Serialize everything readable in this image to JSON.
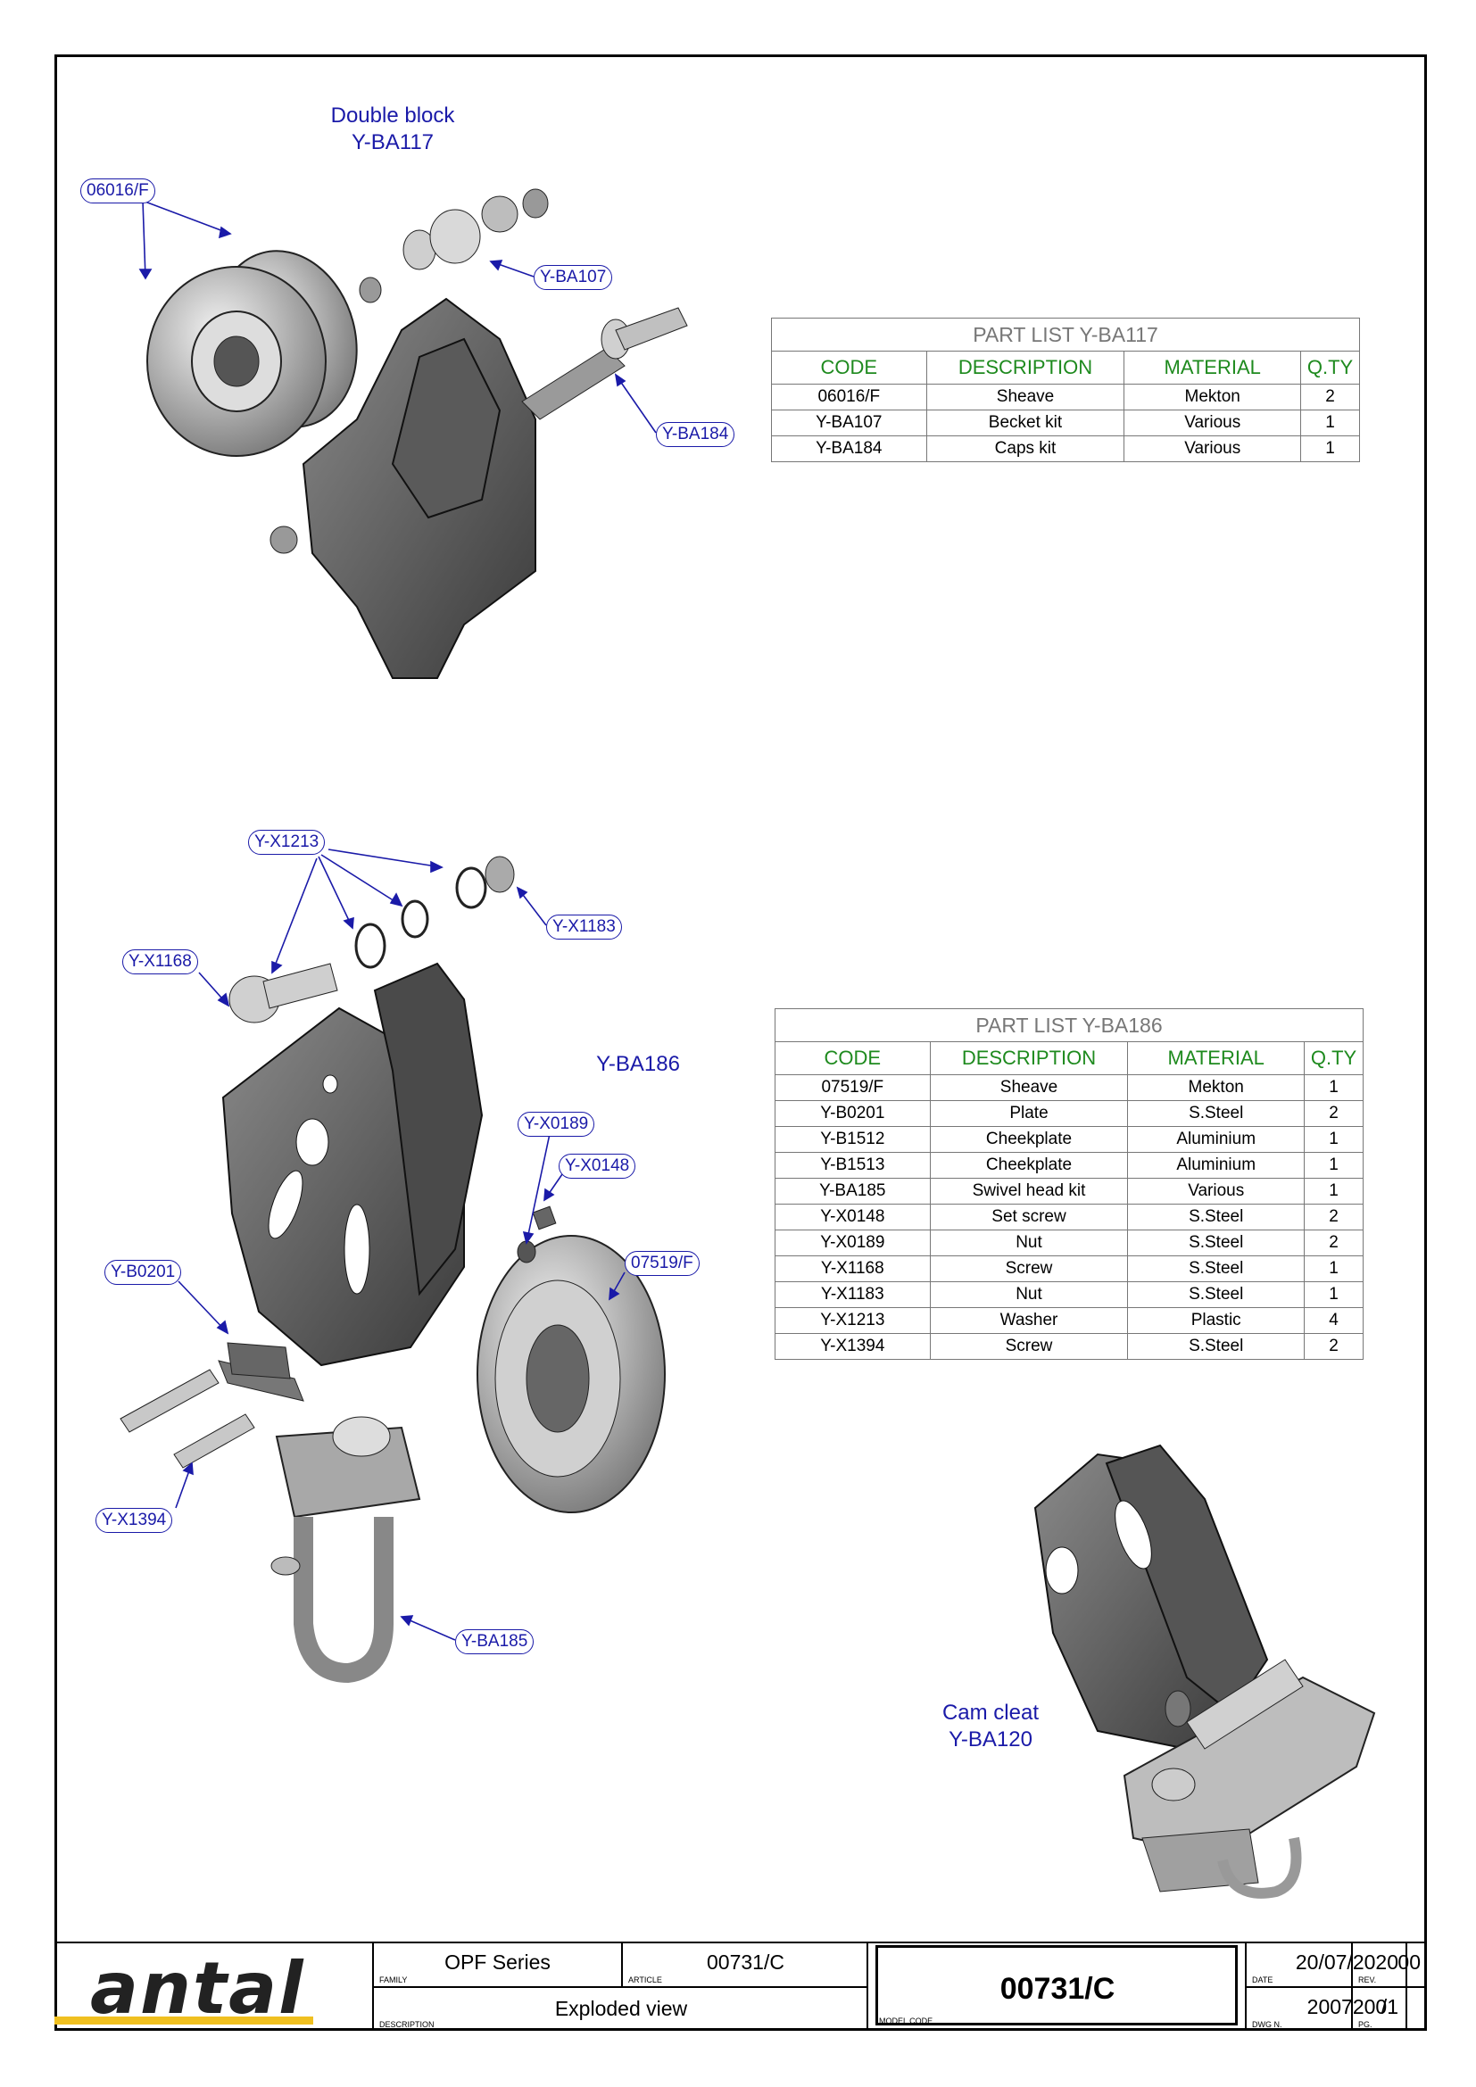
{
  "assemblies": {
    "double_block": {
      "name": "Double block",
      "code": "Y-BA117"
    },
    "swivel": {
      "code": "Y-BA186"
    },
    "cam_cleat": {
      "name": "Cam cleat",
      "code": "Y-BA120"
    }
  },
  "callouts": {
    "c06016": "06016/F",
    "cBA107": "Y-BA107",
    "cBA184": "Y-BA184",
    "cX1213": "Y-X1213",
    "cX1183": "Y-X1183",
    "cX1168": "Y-X1168",
    "cX0189": "Y-X0189",
    "cX0148": "Y-X0148",
    "cB0201": "Y-B0201",
    "c07519": "07519/F",
    "cX1394": "Y-X1394",
    "cBA185": "Y-BA185"
  },
  "part_list_1": {
    "title": "PART LIST Y-BA117",
    "headers": [
      "CODE",
      "DESCRIPTION",
      "MATERIAL",
      "Q.TY"
    ],
    "rows": [
      [
        "06016/F",
        "Sheave",
        "Mekton",
        "2"
      ],
      [
        "Y-BA107",
        "Becket kit",
        "Various",
        "1"
      ],
      [
        "Y-BA184",
        "Caps kit",
        "Various",
        "1"
      ]
    ]
  },
  "part_list_2": {
    "title": "PART LIST Y-BA186",
    "headers": [
      "CODE",
      "DESCRIPTION",
      "MATERIAL",
      "Q.TY"
    ],
    "rows": [
      [
        "07519/F",
        "Sheave",
        "Mekton",
        "1"
      ],
      [
        "Y-B0201",
        "Plate",
        "S.Steel",
        "2"
      ],
      [
        "Y-B1512",
        "Cheekplate",
        "Aluminium",
        "1"
      ],
      [
        "Y-B1513",
        "Cheekplate",
        "Aluminium",
        "1"
      ],
      [
        "Y-BA185",
        "Swivel head kit",
        "Various",
        "1"
      ],
      [
        "Y-X0148",
        "Set screw",
        "S.Steel",
        "2"
      ],
      [
        "Y-X0189",
        "Nut",
        "S.Steel",
        "2"
      ],
      [
        "Y-X1168",
        "Screw",
        "S.Steel",
        "1"
      ],
      [
        "Y-X1183",
        "Nut",
        "S.Steel",
        "1"
      ],
      [
        "Y-X1213",
        "Washer",
        "Plastic",
        "4"
      ],
      [
        "Y-X1394",
        "Screw",
        "S.Steel",
        "2"
      ]
    ]
  },
  "title_block": {
    "logo": "antal",
    "family_label": "FAMILY",
    "family": "OPF Series",
    "article_label": "ARTICLE",
    "article": "00731/C",
    "model_code_label": "MODEL CODE",
    "model_code": "00731/C",
    "date_label": "DATE",
    "date": "20/07/2020",
    "rev_label": "REV.",
    "rev": "00",
    "description_label": "DESCRIPTION",
    "description": "Exploded view",
    "dwg_label": "DWG N.",
    "dwg": "20072001",
    "pg_label": "PG.",
    "pg": "/"
  },
  "colors": {
    "callout": "#1a1aa8",
    "table_header": "#1e8a1e",
    "logo_bar": "#f0c020"
  }
}
